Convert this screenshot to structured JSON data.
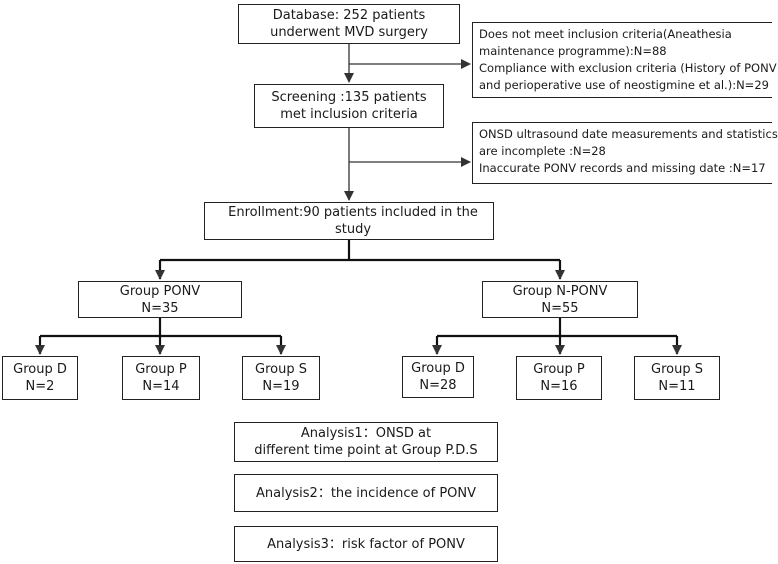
{
  "database": {
    "line1": "Database: 252 patients",
    "line2": "underwent MVD surgery"
  },
  "exclusion1": {
    "line1": "Does not meet inclusion criteria(Aneathesia",
    "line2": "maintenance programme):N=88",
    "line3": "Compliance with exclusion criteria (History of PONV",
    "line4": "and perioperative use of neostigmine et al.):N=29"
  },
  "screening": {
    "line1": "Screening :135 patients",
    "line2": "met inclusion criteria"
  },
  "exclusion2": {
    "line1": "ONSD ultrasound date measurements and statistics",
    "line2": "are incomplete :N=28",
    "line3": "Inaccurate PONV records and missing date :N=17"
  },
  "enrollment": {
    "text": "Enrollment:90 patients included in the study"
  },
  "group_ponv": {
    "name": "Group PONV",
    "n": "N=35"
  },
  "group_nponv": {
    "name": "Group N-PONV",
    "n": "N=55"
  },
  "ponv_subgroups": [
    {
      "name": "Group D",
      "n": "N=2"
    },
    {
      "name": "Group P",
      "n": "N=14"
    },
    {
      "name": "Group S",
      "n": "N=19"
    }
  ],
  "nponv_subgroups": [
    {
      "name": "Group D",
      "n": "N=28"
    },
    {
      "name": "Group P",
      "n": "N=16"
    },
    {
      "name": "Group S",
      "n": "N=11"
    }
  ],
  "analysis1": {
    "line1": "Analysis1：ONSD at",
    "line2": "different time point at Group P.D.S"
  },
  "analysis2": {
    "text": "Analysis2：the incidence of PONV"
  },
  "analysis3": {
    "text": "Analysis3：risk factor of PONV"
  }
}
